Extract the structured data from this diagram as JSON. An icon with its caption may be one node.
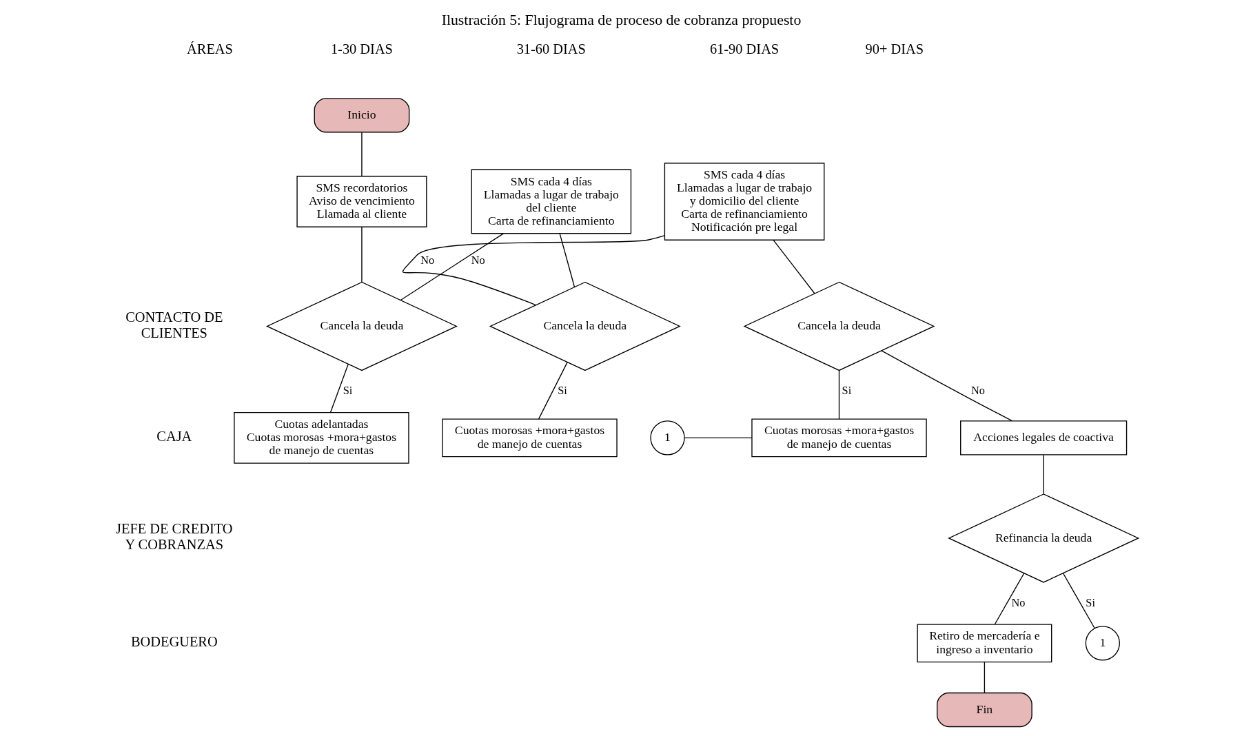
{
  "diagram": {
    "title": "Ilustración 5: Flujograma de proceso de cobranza propuesto",
    "nodes": [
      {
        "text": [
          "Inicio"
        ]
      },
      {
        "text": [
          "SMS recordatorios",
          "Aviso de vencimiento",
          "Llamada al cliente"
        ]
      },
      {
        "text": [
          "Cancela la deuda"
        ]
      },
      {
        "text": [
          "Cuotas adelantadas",
          "Cuotas morosas +mora+gastos de manejo de cuentas"
        ]
      },
      {
        "text": [
          "SMS cada 4 días",
          "Llamadas a lugar de trabajo del cliente",
          "Carta de refinanciamiento"
        ]
      },
      {
        "text": [
          "Cancela la deuda"
        ]
      },
      {
        "text": [
          "Cuotas morosas +mora+gastos de manejo de cuentas"
        ]
      },
      {
        "text": [
          "SMS cada 4 días",
          "Llamadas a lugar de trabajo y domicilio del cliente",
          "Carta de refinanciamiento",
          "Notificación pre legal"
        ]
      },
      {
        "text": [
          "Cancela la deuda"
        ]
      },
      {
        "text": [
          "1"
        ]
      },
      {
        "text": [
          "Cuotas morosas +mora+gastos de manejo de cuentas"
        ]
      },
      {
        "text": [
          "Acciones legales de coactiva"
        ]
      },
      {
        "text": [
          "Refinancia la deuda"
        ]
      },
      {
        "text": [
          "1"
        ]
      },
      {
        "text": [
          "Retiro de mercadería e ingreso a inventario"
        ]
      },
      {
        "text": [
          "Fin"
        ]
      }
    ],
    "edges": [
      {
        "from": 0,
        "to": 1,
        "arrow": "none"
      },
      {
        "from": 1,
        "to": 2,
        "arrow": "none"
      },
      {
        "from": 2,
        "to": 3,
        "arrow": "none",
        "label": "Si"
      },
      {
        "from": 2,
        "to": 4,
        "arrow": "none",
        "label": "No"
      },
      {
        "from": 4,
        "to": 5,
        "arrow": "none"
      },
      {
        "from": 5,
        "to": 6,
        "arrow": "none",
        "label": "Si"
      },
      {
        "from": 5,
        "to": 7,
        "arrow": "none",
        "label": "No"
      },
      {
        "from": 7,
        "to": 8,
        "arrow": "none"
      },
      {
        "from": 8,
        "to": 10,
        "arrow": "none",
        "label": "Si"
      },
      {
        "from": 8,
        "to": 11,
        "arrow": "none",
        "label": "No"
      },
      {
        "from": 9,
        "to": 10,
        "arrow": "none"
      },
      {
        "from": 11,
        "to": 12,
        "arrow": "none"
      },
      {
        "from": 12,
        "to": 13,
        "arrow": "none",
        "label": "Si"
      },
      {
        "from": 12,
        "to": 14,
        "arrow": "none",
        "label": "No"
      },
      {
        "from": 14,
        "to": 15,
        "arrow": "none"
      }
    ],
    "labels": [
      "ÁREAS",
      "1-30 DIAS",
      "31-60 DIAS",
      "61-90 DIAS",
      "90+ DIAS",
      "CONTACTO DE CLIENTES",
      "CAJA",
      "JEFE DE CREDITO Y COBRANZAS",
      "BODEGUERO"
    ]
  }
}
